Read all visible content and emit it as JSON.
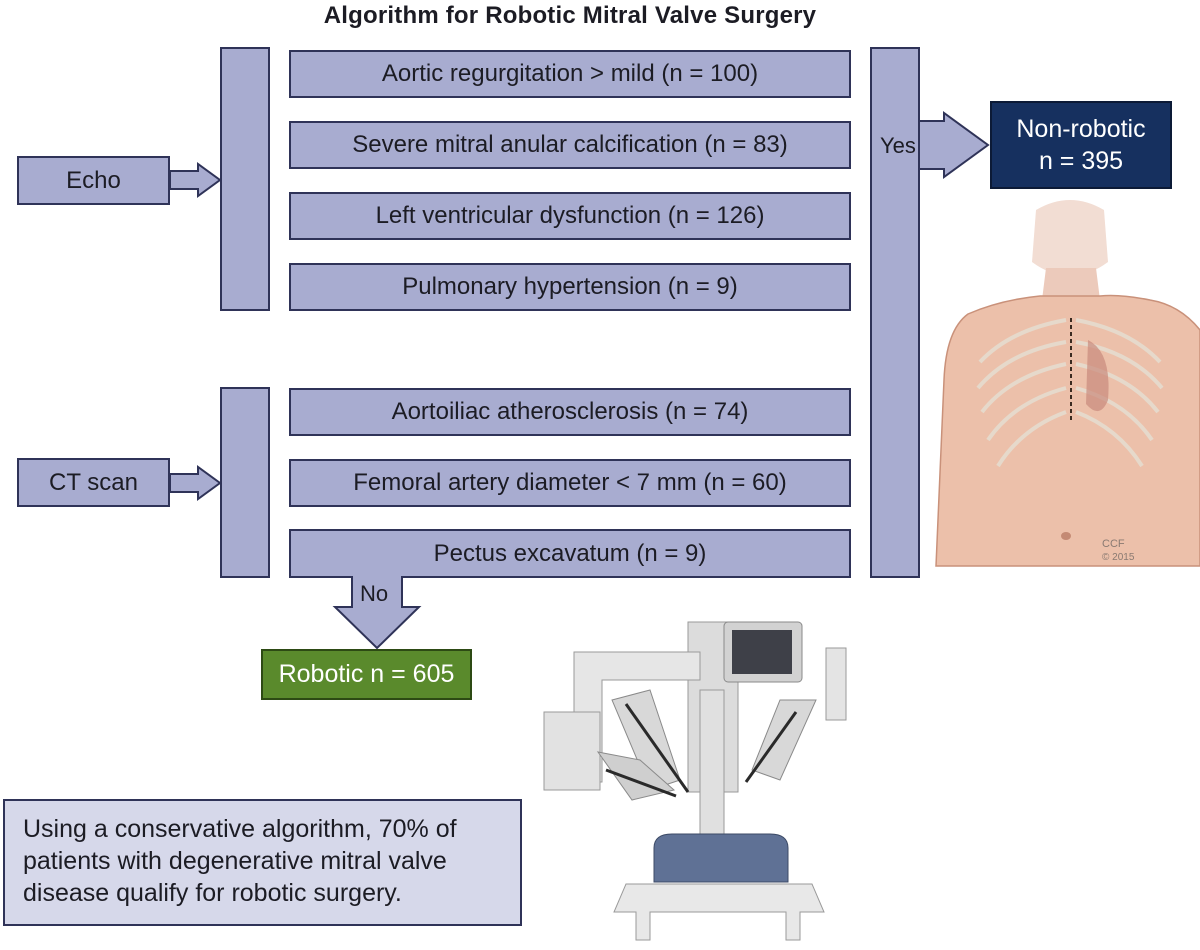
{
  "title": "Algorithm for Robotic Mitral Valve Surgery",
  "inputs": {
    "echo": "Echo",
    "ct": "CT scan"
  },
  "criteria": [
    "Aortic regurgitation > mild (n = 100)",
    "Severe mitral anular calcification (n = 83)",
    "Left ventricular dysfunction (n = 126)",
    "Pulmonary hypertension (n = 9)",
    "Aortoiliac atherosclerosis (n = 74)",
    "Femoral artery diameter < 7 mm (n = 60)",
    "Pectus excavatum (n = 9)"
  ],
  "branches": {
    "yes": "Yes",
    "no": "No"
  },
  "outcomes": {
    "nonrobotic_line1": "Non-robotic",
    "nonrobotic_line2": "n = 395",
    "robotic": "Robotic n = 605"
  },
  "note": "Using a conservative algorithm, 70% of patients with degenerative mitral valve disease qualify for robotic surgery.",
  "illustration": {
    "credit_line1": "CCF",
    "credit_line2": "© 2015"
  },
  "colors": {
    "box_fill": "#a8acd0",
    "outline": "#2f3358",
    "nonrobotic_fill": "#16305f",
    "robotic_fill": "#5a8a2c",
    "note_fill": "#d6d8ea"
  },
  "icons": [
    "torso-illustration",
    "surgical-robot-illustration"
  ]
}
